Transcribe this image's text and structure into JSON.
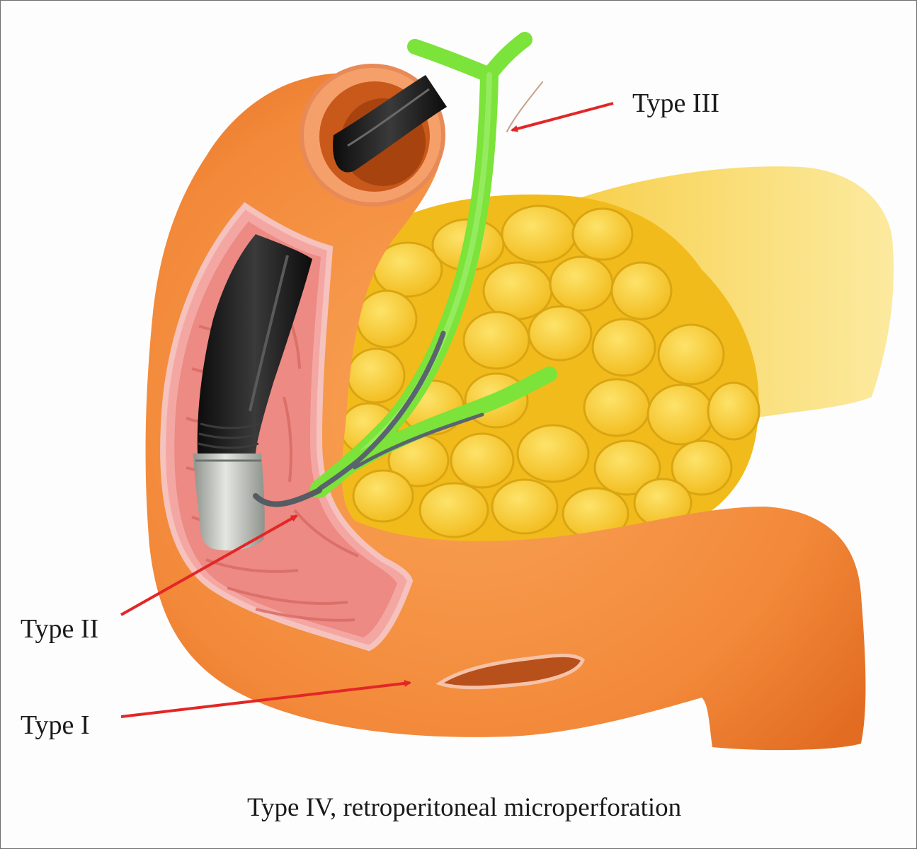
{
  "labels": {
    "type_3": "Type III",
    "type_2": "Type II",
    "type_1": "Type I"
  },
  "caption": "Type IV, retroperitoneal microperforation",
  "colors": {
    "duodenum": "#f3893a",
    "duodenum_shadow": "#e26d22",
    "mucosa": "#ee8d86",
    "mucosa_rim": "#f6b8b3",
    "pancreas": "#f6c62a",
    "pancreas_lobule_edge": "#d9a512",
    "pancreas_tail": "#f8d64a",
    "bile_duct": "#7be339",
    "endoscope": "#151515",
    "endoscope_tip": "#b9bdb7",
    "arrow": "#e32626"
  },
  "icons": {
    "arrow_icon": "arrow-right"
  }
}
